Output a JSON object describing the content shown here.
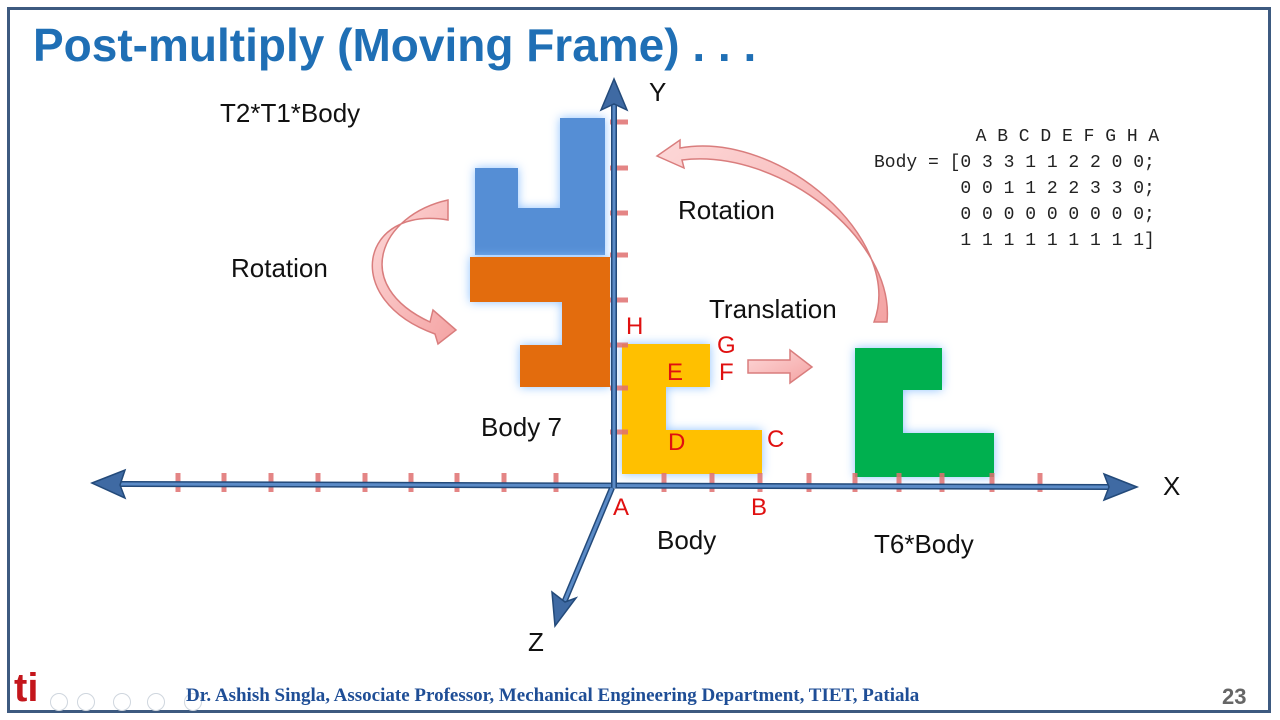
{
  "title": "Post-multiply (Moving Frame) . . .",
  "axes": {
    "x": "X",
    "y": "Y",
    "z": "Z"
  },
  "labels": {
    "t2t1_body": "T2*T1*Body",
    "rotation_left": "Rotation",
    "rotation_right": "Rotation",
    "translation": "Translation",
    "body7": "Body 7",
    "body": "Body",
    "t6_body": "T6*Body"
  },
  "points": {
    "A": "A",
    "B": "B",
    "C": "C",
    "D": "D",
    "E": "E",
    "F": "F",
    "G": "G",
    "H": "H"
  },
  "matrix": {
    "header": "  A B C D E F G H A",
    "row1": "Body = [0 3 3 1 1 2 2 0 0;",
    "row2": "        0 0 1 1 2 2 3 3 0;",
    "row3": "        0 0 0 0 0 0 0 0 0;",
    "row4": "        1 1 1 1 1 1 1 1 1]"
  },
  "colors": {
    "title": "#1f6fb5",
    "axis": "#3f6aa3",
    "body_yellow": "#ffc000",
    "body7_orange": "#e36c0a",
    "t2t1_blue": "#558ed5",
    "t6_green": "#00b050",
    "point_label": "#e01010",
    "tick": "#e07070"
  },
  "footer": "Dr. Ashish Singla, Associate Professor, Mechanical Engineering Department, TIET, Patiala",
  "slide_number": "23",
  "logo": "ti"
}
